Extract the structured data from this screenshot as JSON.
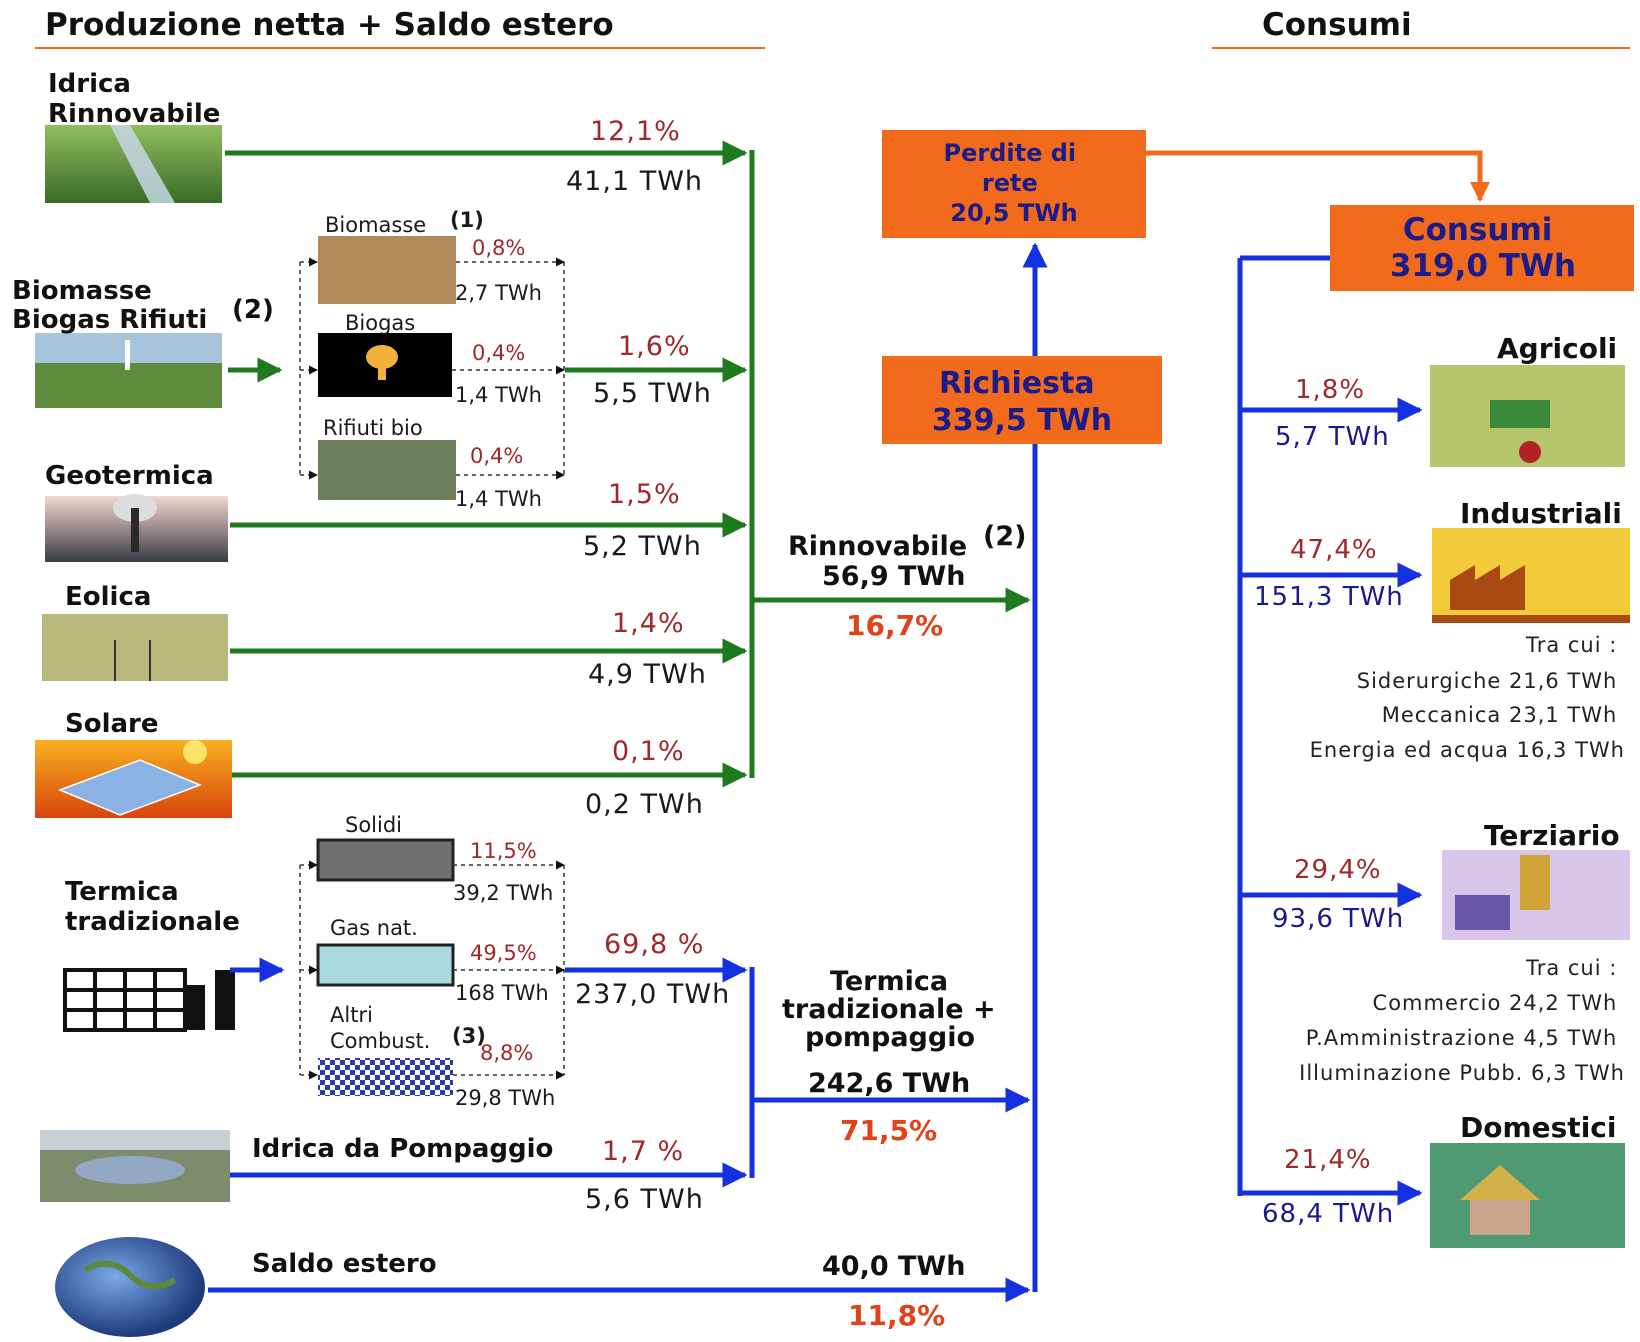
{
  "headers": {
    "production": "Produzione netta + Saldo estero",
    "consumption": "Consumi"
  },
  "sources": [
    {
      "id": "idrica",
      "label_lines": [
        "Idrica",
        "Rinnovabile"
      ],
      "pct": "12,1%",
      "twh": "41,1 TWh"
    },
    {
      "id": "biomasse",
      "label_lines": [
        "Biomasse",
        "Biogas Rifiuti"
      ],
      "note": "(2)",
      "pct": "1,6%",
      "twh": "5,5 TWh"
    },
    {
      "id": "geotermica",
      "label_lines": [
        "Geotermica"
      ],
      "pct": "1,5%",
      "twh": "5,2 TWh"
    },
    {
      "id": "eolica",
      "label_lines": [
        "Eolica"
      ],
      "pct": "1,4%",
      "twh": "4,9 TWh"
    },
    {
      "id": "solare",
      "label_lines": [
        "Solare"
      ],
      "pct": "0,1%",
      "twh": "0,2 TWh"
    },
    {
      "id": "termica",
      "label_lines": [
        "Termica",
        "tradizionale"
      ],
      "pct": "69,8 %",
      "twh": "237,0 TWh"
    },
    {
      "id": "pompaggio",
      "label_lines": [
        "Idrica da Pompaggio"
      ],
      "pct": "1,7 %",
      "twh": "5,6 TWh"
    },
    {
      "id": "saldo",
      "label_lines": [
        "Saldo estero"
      ]
    }
  ],
  "bio_subs": [
    {
      "label": "Biomasse",
      "note": "(1)",
      "pct": "0,8%",
      "twh": "2,7 TWh"
    },
    {
      "label": "Biogas",
      "pct": "0,4%",
      "twh": "1,4 TWh"
    },
    {
      "label": "Rifiuti bio",
      "pct": "0,4%",
      "twh": "1,4 TWh"
    }
  ],
  "thermal_subs": [
    {
      "label_lines": [
        "Solidi"
      ],
      "pct": "11,5%",
      "twh": "39,2 TWh"
    },
    {
      "label_lines": [
        "Gas nat."
      ],
      "pct": "49,5%",
      "twh": "168 TWh"
    },
    {
      "label_lines": [
        "Altri",
        "Combust."
      ],
      "note": "(3)",
      "pct": "8,8%",
      "twh": "29,8 TWh"
    }
  ],
  "totals": {
    "renewable": {
      "label": "Rinnovabile",
      "note": "(2)",
      "twh": "56,9 TWh",
      "pct": "16,7%"
    },
    "thermal": {
      "label_lines": [
        "Termica",
        "tradizionale +",
        "pompaggio"
      ],
      "twh": "242,6 TWh",
      "pct": "71,5%"
    },
    "foreign": {
      "twh": "40,0 TWh",
      "pct": "11,8%"
    }
  },
  "boxes": {
    "losses": [
      "Perdite di",
      "rete",
      "20,5 TWh"
    ],
    "demand": [
      "Richiesta",
      "339,5 TWh"
    ],
    "consumption": [
      "Consumi",
      "319,0 TWh"
    ]
  },
  "consumers": [
    {
      "label": "Agricoli",
      "pct": "1,8%",
      "twh": "5,7 TWh",
      "details": []
    },
    {
      "label": "Industriali",
      "pct": "47,4%",
      "twh": "151,3 TWh",
      "details": [
        "Tra cui :",
        "Siderurgiche 21,6  TWh",
        "Meccanica 23,1  TWh",
        "Energia ed acqua 16,3  TWh"
      ]
    },
    {
      "label": "Terziario",
      "pct": "29,4%",
      "twh": "93,6 TWh",
      "details": [
        "Tra cui :",
        "Commercio 24,2 TWh",
        "P.Amministrazione 4,5 TWh",
        "Illuminazione Pubb. 6,3 TWh"
      ]
    },
    {
      "label": "Domestici",
      "pct": "21,4%",
      "twh": "68,4 TWh",
      "details": []
    }
  ],
  "colors": {
    "renewable": "#1f7a1f",
    "thermal": "#1530e0",
    "box": "#f26a1b",
    "box_text": "#1b1b8a",
    "pct": "#a0282a",
    "total_pct": "#e2421a"
  }
}
